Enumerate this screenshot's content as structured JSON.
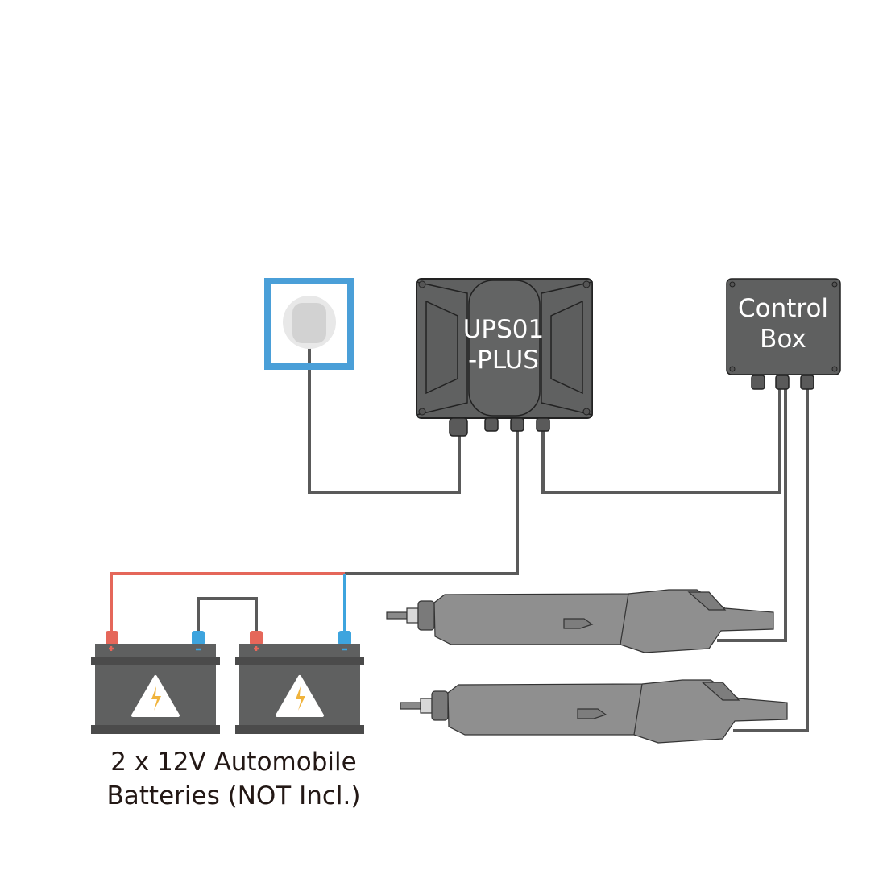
{
  "diagram": {
    "type": "wiring",
    "nodes": {
      "wall_outlet": {
        "label": "",
        "frame_color": "#4a9fd8"
      },
      "ups": {
        "label_line1": "UPS01",
        "label_line2": "-PLUS"
      },
      "control_box": {
        "label_line1": "Control",
        "label_line2": "Box"
      },
      "batteries": {
        "count": 2,
        "caption_line1": "2 x 12V Automobile",
        "caption_line2": "Batteries (NOT Incl.)"
      },
      "actuators": {
        "count": 2
      }
    },
    "edges": [
      {
        "from": "wall_outlet",
        "to": "ups"
      },
      {
        "from": "ups",
        "to": "control_box"
      },
      {
        "from": "ups",
        "to": "batteries"
      },
      {
        "from": "control_box",
        "to": "actuator_1"
      },
      {
        "from": "control_box",
        "to": "actuator_2"
      },
      {
        "from": "battery_1_negative",
        "to": "battery_2_positive"
      }
    ],
    "colors": {
      "wire": "#5a5a5a",
      "positive": "#e5675a",
      "negative": "#3da4de",
      "device": "#5f6060",
      "warning": "#f0b33c"
    }
  }
}
